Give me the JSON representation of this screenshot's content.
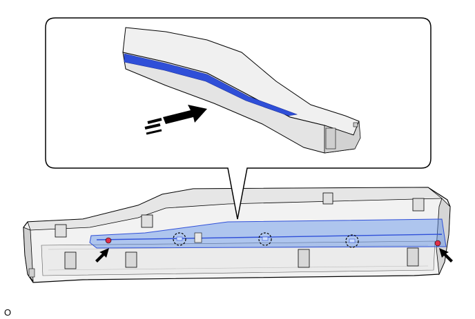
{
  "figure": {
    "caption": "O",
    "callout_count": 1,
    "clip_markers": {
      "count": 3,
      "style": "dashed-circle"
    },
    "pin_markers": {
      "count": 2,
      "color": "#e0304a"
    },
    "arrows": {
      "count": 3,
      "icon": "push-arrow-icon"
    },
    "colors": {
      "highlight": "#2f4fd8",
      "highlight_translucent": "#5c8ee8",
      "outline": "#000000",
      "part_fill": "#f2f2f2",
      "part_shadow": "#d8d8d8"
    }
  }
}
